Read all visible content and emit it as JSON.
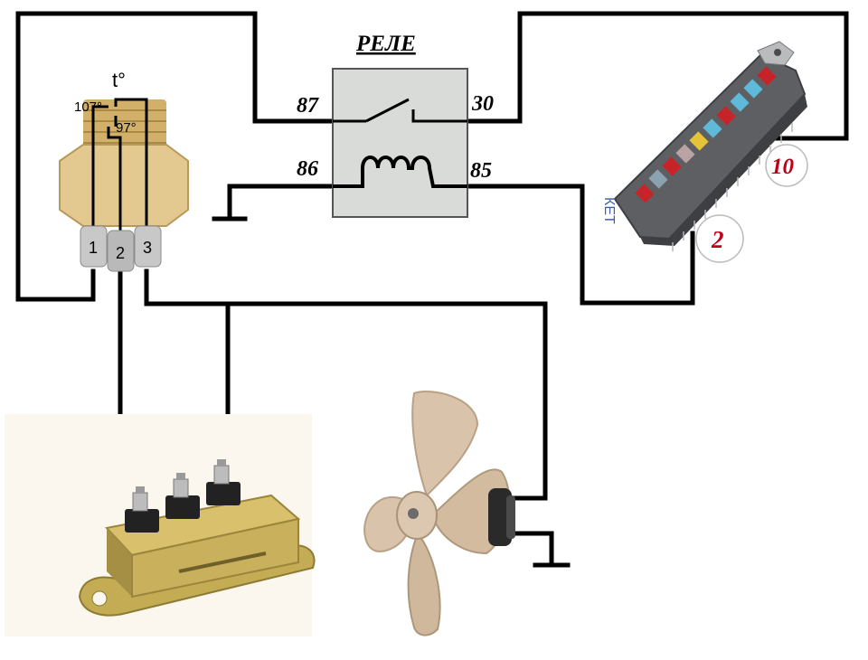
{
  "relay": {
    "title": "РЕЛЕ",
    "pin_87": "87",
    "pin_30": "30",
    "pin_86": "86",
    "pin_85": "85"
  },
  "sensor": {
    "temp_symbol": "t°",
    "threshold_high": "107°",
    "threshold_low": "97°",
    "terminal_1": "1",
    "terminal_2": "2",
    "terminal_3": "3"
  },
  "fuse_box": {
    "fuse_10_label": "10",
    "fuse_2_label": "2",
    "side_text": "КЕТ"
  },
  "colors": {
    "wire": "#000000",
    "relay_box": "#d9dbd8",
    "fuse_label_red": "#c0001a",
    "sensor_brass": "#d9b878",
    "fan_blade": "#d7c2aa",
    "regulator_brass": "#c9b35a"
  }
}
